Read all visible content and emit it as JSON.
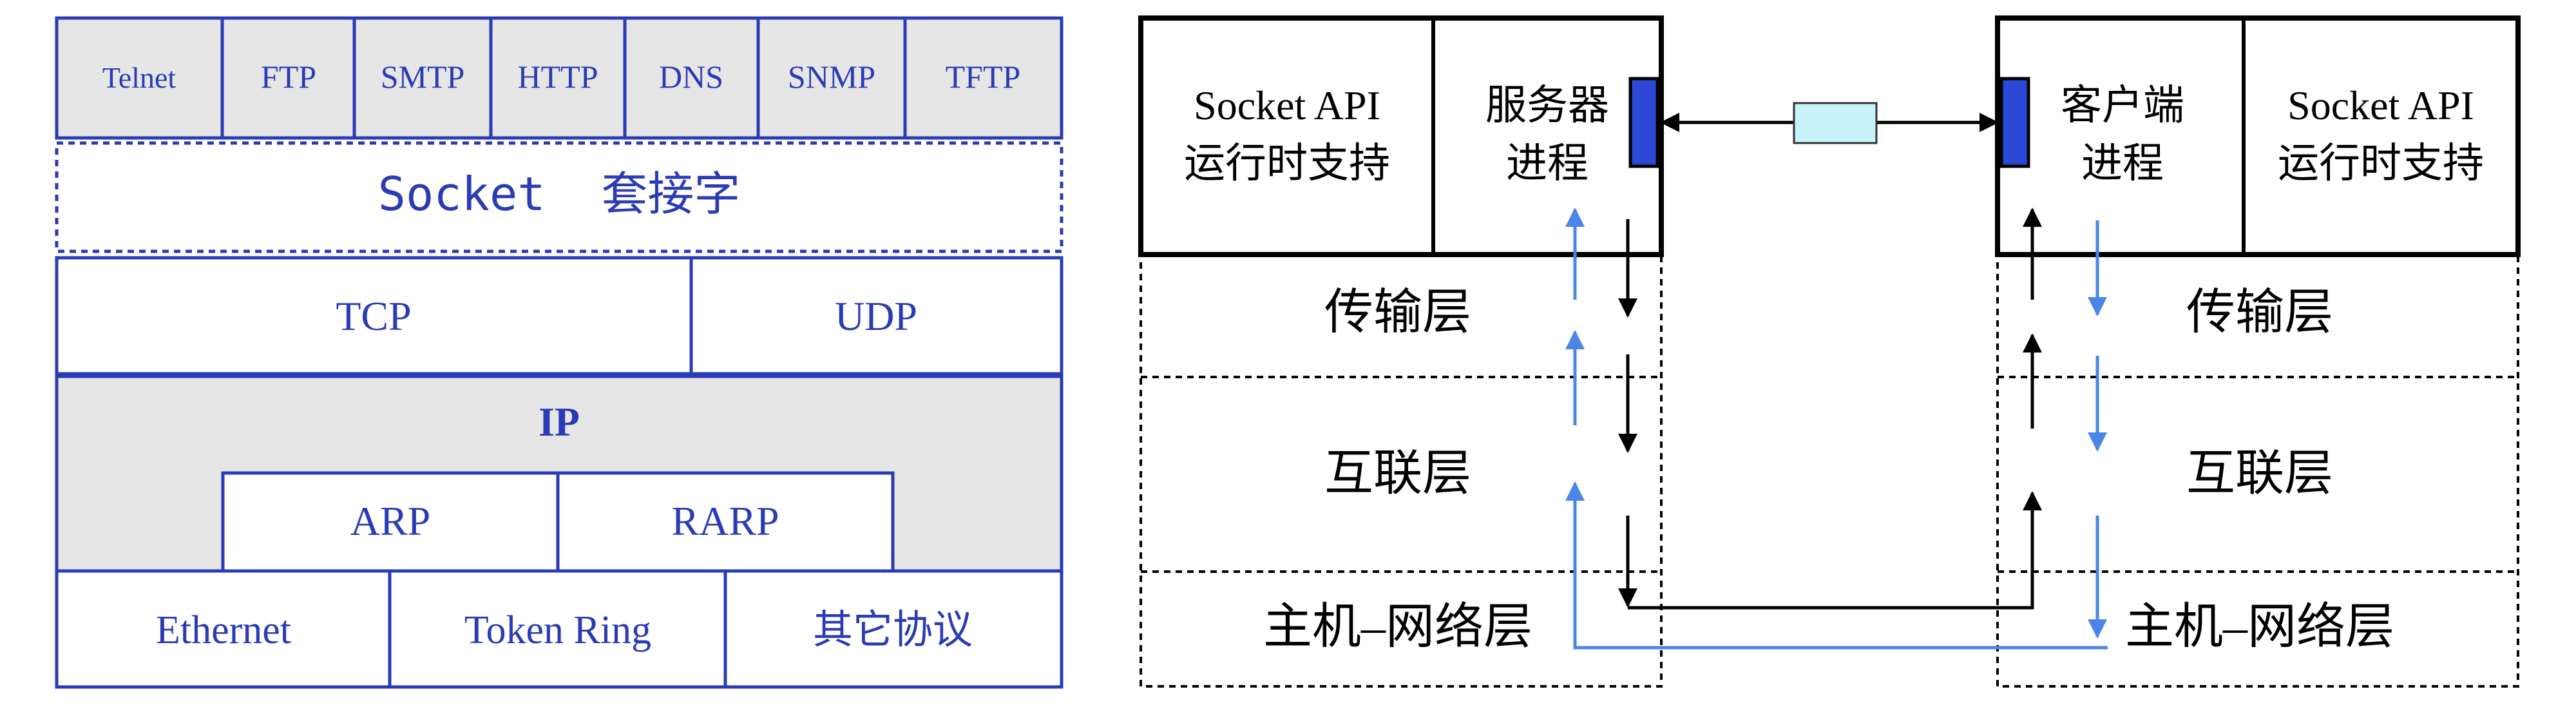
{
  "protocol_stack": {
    "applications": [
      "Telnet",
      "FTP",
      "SMTP",
      "HTTP",
      "DNS",
      "SNMP",
      "TFTP"
    ],
    "socket": "Socket  套接字",
    "tcp": "TCP",
    "udp": "UDP",
    "ip": "IP",
    "arp": "ARP",
    "rarp": "RARP",
    "ethernet": "Ethernet",
    "token_ring": "Token Ring",
    "other": "其它协议"
  },
  "communication": {
    "server_side": {
      "api_line1": "Socket API",
      "api_line2": "运行时支持",
      "process_line1": "服务器",
      "process_line2": "进程"
    },
    "client_side": {
      "process_line1": "客户端",
      "process_line2": "进程",
      "api_line1": "Socket API",
      "api_line2": "运行时支持"
    },
    "layers": {
      "transport": "传输层",
      "internet": "互联层",
      "host_network": "主机–网络层"
    }
  },
  "colors": {
    "stack_blue": "#2a3bb5",
    "gray_fill": "#e6e6e6",
    "socket_bar": "#2b49d6",
    "message_box": "#c8f3f8",
    "data_flow_blue": "#4a86e8"
  }
}
